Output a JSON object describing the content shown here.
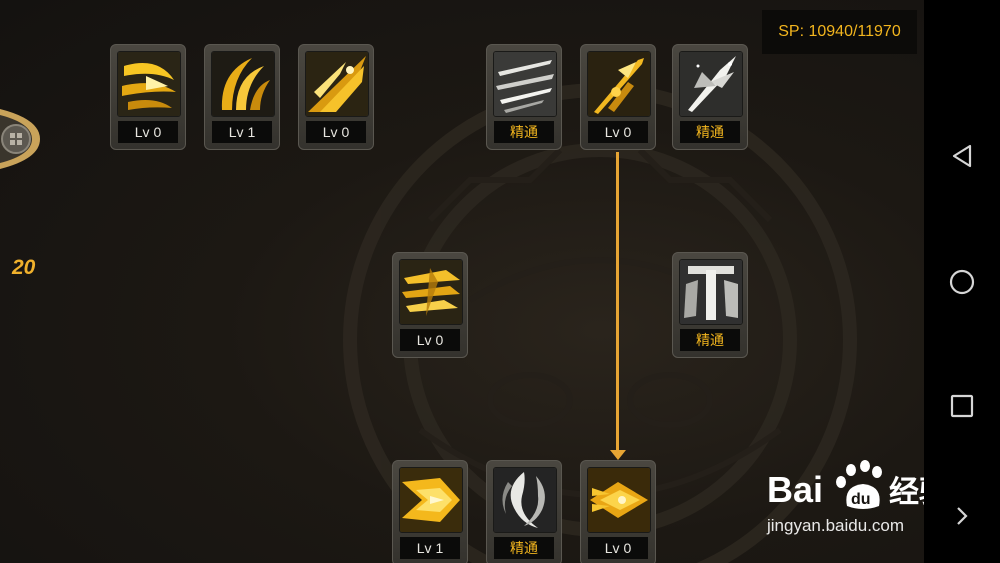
{
  "header": {
    "sp": "SP: 10940/11970"
  },
  "sidebar": {
    "level": "20"
  },
  "skills": [
    {
      "label": "Lv 0",
      "icon": "golden-crescent-slash-icon"
    },
    {
      "label": "Lv 1",
      "icon": "golden-triple-arc-icon"
    },
    {
      "label": "Lv 0",
      "icon": "golden-spark-strike-icon"
    },
    {
      "label": "精通",
      "icon": "silver-streak-icon"
    },
    {
      "label": "Lv 0",
      "icon": "golden-spear-icon"
    },
    {
      "label": "精通",
      "icon": "silver-burst-icon"
    },
    {
      "label": "Lv 0",
      "icon": "golden-multi-dash-icon"
    },
    {
      "label": "精通",
      "icon": "silver-pillar-icon"
    },
    {
      "label": "Lv 1",
      "icon": "golden-charge-icon"
    },
    {
      "label": "精通",
      "icon": "silver-vortex-icon"
    },
    {
      "label": "Lv 0",
      "icon": "golden-thrust-icon"
    }
  ],
  "watermark": {
    "brand": "Bai du 经验",
    "url": "jingyan.baidu.com"
  },
  "colors": {
    "accent": "#f2b51e",
    "connector": "#e7a534",
    "tile": "#45433d",
    "label_bg": "#0b0b0a"
  }
}
